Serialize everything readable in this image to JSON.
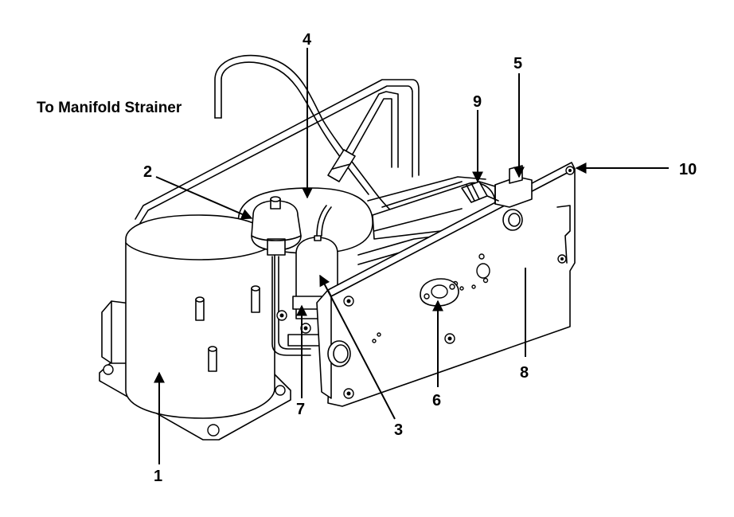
{
  "diagram": {
    "caption": "To Manifold Strainer",
    "callouts": [
      {
        "id": "c1",
        "label": "1"
      },
      {
        "id": "c2",
        "label": "2"
      },
      {
        "id": "c3",
        "label": "3"
      },
      {
        "id": "c4",
        "label": "4"
      },
      {
        "id": "c5",
        "label": "5"
      },
      {
        "id": "c6",
        "label": "6"
      },
      {
        "id": "c7",
        "label": "7"
      },
      {
        "id": "c8",
        "label": "8"
      },
      {
        "id": "c9",
        "label": "9"
      },
      {
        "id": "c10",
        "label": "10"
      }
    ]
  }
}
